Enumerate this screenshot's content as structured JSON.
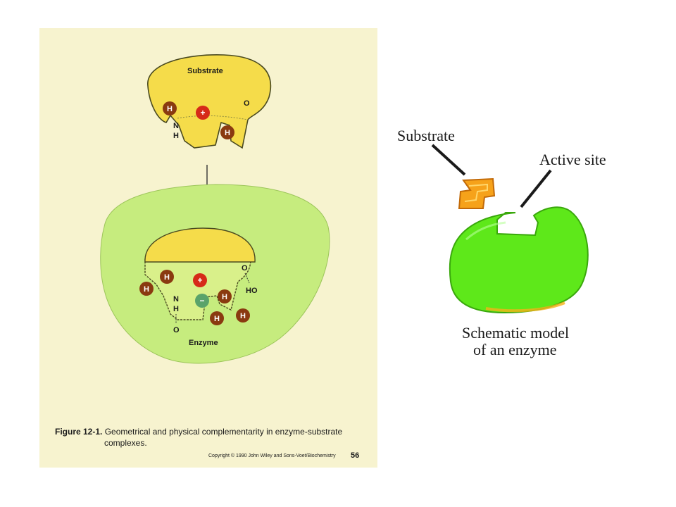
{
  "left_figure": {
    "substrate_label": "Substrate",
    "enzyme_label": "Enzyme",
    "groups": {
      "h": "H",
      "plus": "+",
      "minus": "−",
      "o": "O",
      "nh_n": "N",
      "nh_h": "H",
      "ho": "HO"
    },
    "caption_label": "Figure 12-1.",
    "caption_line1": "Geometrical and physical complementarity in enzyme-substrate",
    "caption_line2": "complexes.",
    "copyright": "Copyright © 1990 John Wiley and Sons-Voet/Biochemistry",
    "page_number": "56"
  },
  "right_figure": {
    "substrate_label": "Substrate",
    "active_site_label": "Active site",
    "caption_line1": "Schematic model",
    "caption_line2": "of an enzyme"
  },
  "colors": {
    "panel_bg": "#f7f3cf",
    "substrate_yellow": "#f5dc4a",
    "enzyme_light_green": "#c6ec7e",
    "enzyme_bright_green": "#5ee81a",
    "h_group": "#8a3a10",
    "plus_group": "#d62a18",
    "minus_group": "#5aa36a",
    "orange_substrate": "#f6a21a"
  }
}
